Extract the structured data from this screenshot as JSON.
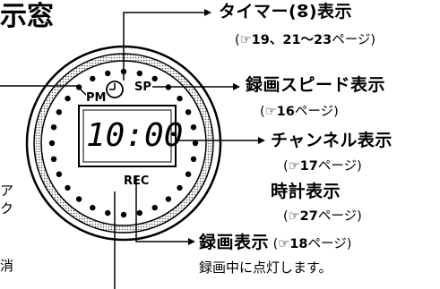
{
  "header": {
    "title_fragment": "示窓"
  },
  "display": {
    "time": "10:00",
    "pm_label": "PM",
    "sp_label": "SP",
    "rec_label": "REC"
  },
  "callouts": {
    "timer": {
      "label": "タイマー(ⵓ)表示",
      "ref_pre": "(",
      "ref_pages": "19、21～23",
      "ref_post": "ページ)"
    },
    "speed": {
      "label": "録画スピード表示",
      "ref_pre": "(",
      "ref_pages": "16",
      "ref_post": "ページ)"
    },
    "channel": {
      "label": "チャンネル表示",
      "ref_pre": "(",
      "ref_pages": "17",
      "ref_post": "ページ)"
    },
    "clock": {
      "label": "時計表示",
      "ref_pre": "(",
      "ref_pages": "27",
      "ref_post": "ページ)"
    },
    "rec": {
      "label": "録画表示",
      "ref_pre": "(",
      "ref_pages": "18",
      "ref_post": "ページ)",
      "desc": "録画中に点灯します。"
    }
  },
  "left_edge": {
    "frag1": "ア",
    "frag2": "ク",
    "frag3": "消"
  },
  "icons": {
    "ref": "pointing-hand-icon"
  },
  "colors": {
    "ink": "#000000",
    "ring_fill": "#dcdcdc"
  }
}
